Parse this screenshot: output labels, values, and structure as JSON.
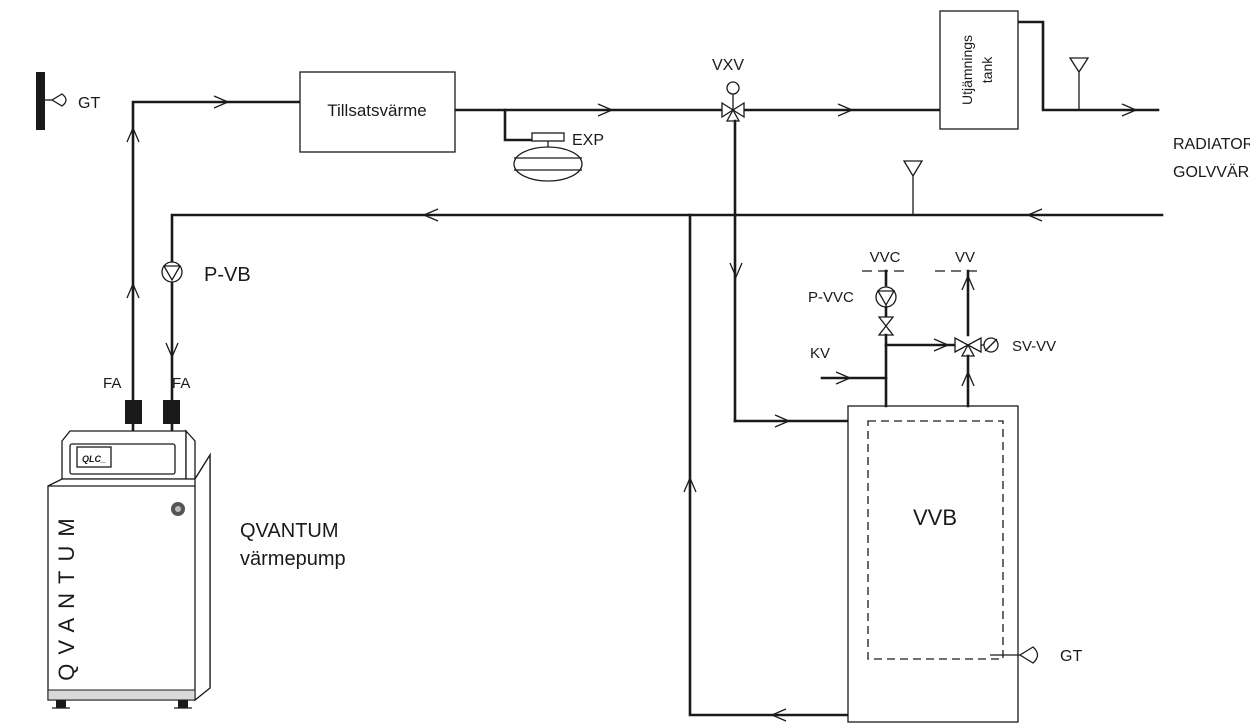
{
  "labels": {
    "gt_top": "GT",
    "tillsatsvarme": "Tillsatsvärme",
    "exp": "EXP",
    "vxv": "VXV",
    "utjamnings_line1": "Utjämnings",
    "utjamnings_line2": "tank",
    "radiatorer_line1": "RADIATORER",
    "radiatorer_line2": "GOLVVÄRME",
    "p_vb": "P-VB",
    "fa_left": "FA",
    "fa_right": "FA",
    "vvc": "VVC",
    "vv": "VV",
    "p_vvc": "P-VVC",
    "kv": "KV",
    "sv_vv": "SV-VV",
    "vvb": "VVB",
    "qvantum_line1": "QVANTUM",
    "qvantum_line2": "värmepump",
    "gt_bottom": "GT",
    "display_text": "QLC_",
    "brand_vertical": "QVANTUM"
  }
}
